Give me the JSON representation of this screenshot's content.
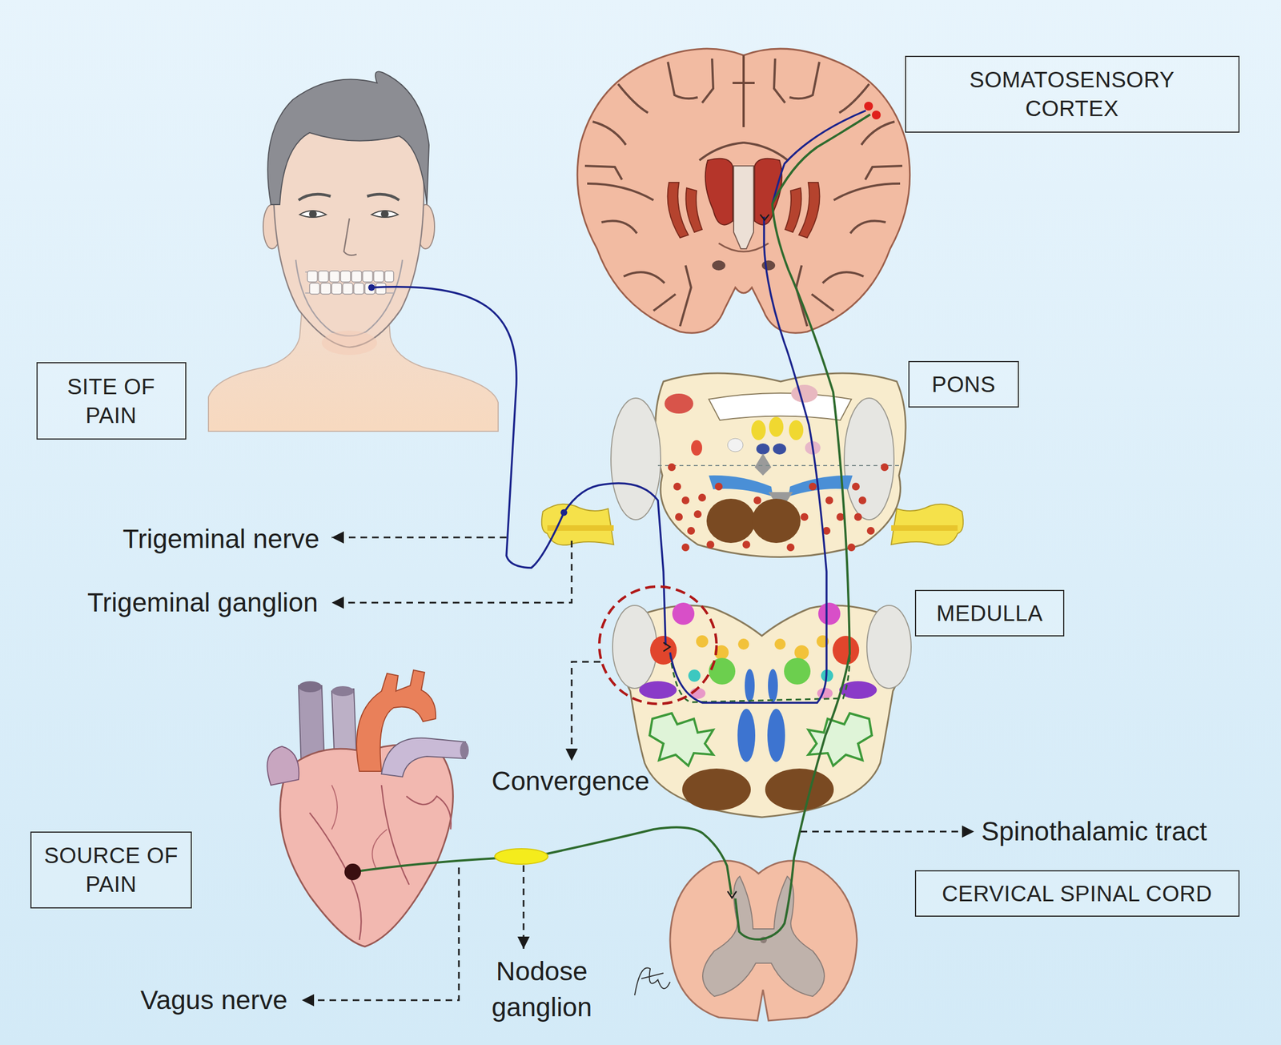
{
  "diagram": {
    "nodes": [
      {
        "text": [
          "SOMATOSENSORY CORTEX"
        ]
      },
      {
        "text": [
          "SITE OF PAIN"
        ]
      },
      {
        "text": [
          "PONS"
        ]
      },
      {
        "text": [
          "MEDULLA"
        ]
      },
      {
        "text": [
          "SOURCE OF PAIN"
        ]
      },
      {
        "text": [
          "CERVICAL SPINAL CORD"
        ]
      }
    ],
    "labels": [
      "Trigeminal nerve",
      "Trigeminal ganglion",
      "Convergence",
      "Spinothalamic tract",
      "Vagus nerve",
      "Nodose ganglion"
    ]
  }
}
